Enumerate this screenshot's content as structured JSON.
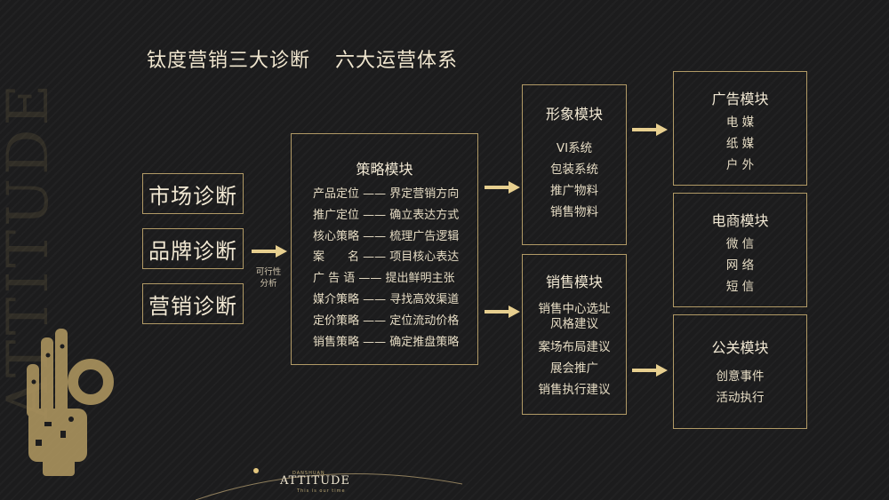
{
  "background_word": "ATTITUDE",
  "title": {
    "left": "钛度营销三大诊断",
    "right": "六大运营体系"
  },
  "diagnosis": [
    "市场诊断",
    "品牌诊断",
    "营销诊断"
  ],
  "arrow_label": [
    "可行性",
    "分析"
  ],
  "strategy": {
    "title": "策略模块",
    "lines": [
      "产品定位 —— 界定营销方向",
      "推广定位 —— 确立表达方式",
      "核心策略 —— 梳理广告逻辑",
      "案　　名 —— 项目核心表达",
      "广 告 语 —— 提出鲜明主张",
      "媒介策略 —— 寻找高效渠道",
      "定价策略 —— 定位流动价格",
      "销售策略 —— 确定推盘策略"
    ]
  },
  "image_module": {
    "title": "形象模块",
    "items": [
      "VI系统",
      "包装系统",
      "推广物料",
      "销售物料"
    ]
  },
  "sales_module": {
    "title": "销售模块",
    "items": [
      "销售中心选址",
      "风格建议",
      "案场布局建议",
      "展会推广",
      "销售执行建议"
    ]
  },
  "ad_module": {
    "title": "广告模块",
    "items": [
      "电 媒",
      "纸 媒",
      "户 外"
    ]
  },
  "ecommerce_module": {
    "title": "电商模块",
    "items": [
      "微 信",
      "网 络",
      "短 信"
    ]
  },
  "pr_module": {
    "title": "公关模块",
    "items": [
      "创意事件",
      "活动执行"
    ]
  },
  "logo": {
    "top": "DANSHUAN",
    "main": "ATTITUDE",
    "tagline": "This is our time"
  },
  "colors": {
    "gold": "#b19a66",
    "arrow": "#e7cf8f",
    "background": "#1c1c1d"
  }
}
